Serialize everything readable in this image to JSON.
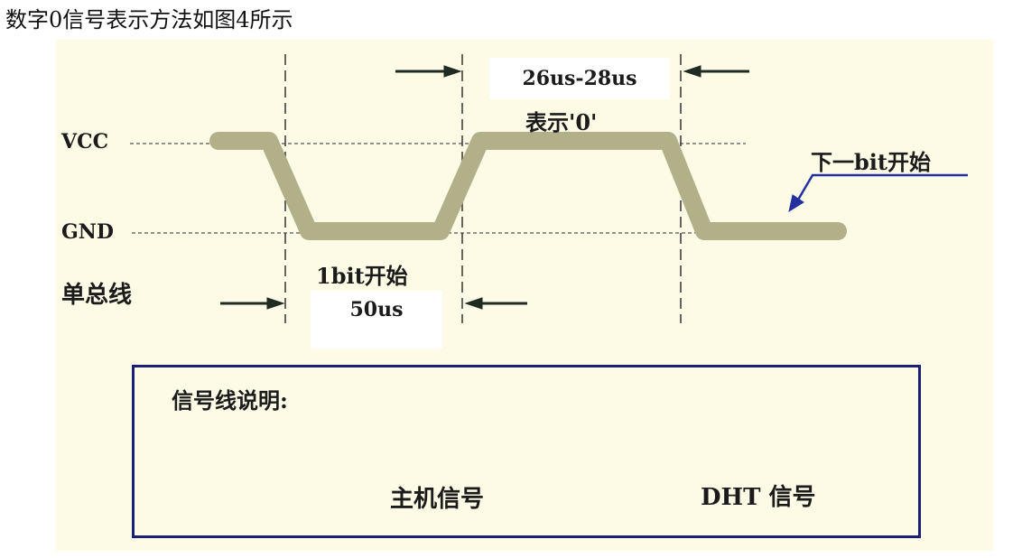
{
  "caption": "数字0信号表示方法如图4所示",
  "labels": {
    "vcc": "VCC",
    "gnd": "GND",
    "bus": "单总线",
    "start": "1bit开始",
    "zero": "表示'0'",
    "next": "下一bit开始"
  },
  "timing": {
    "low": "50us",
    "high": "26us-28us"
  },
  "legend": {
    "title": "信号线说明:",
    "host": "主机信号",
    "dht": "DHT 信号"
  },
  "colors": {
    "dht_signal": "#b2b089",
    "host_signal": "#1f2b22",
    "legend_border": "#1c1f7a",
    "next_arrow": "#2430a0",
    "background": "#fdfbe6"
  }
}
